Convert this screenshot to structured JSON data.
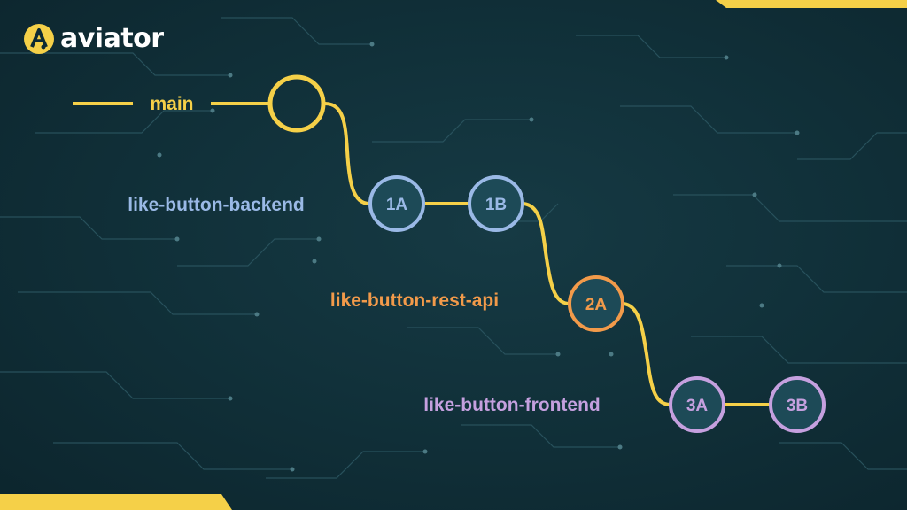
{
  "brand": {
    "name": "aviator"
  },
  "colors": {
    "accent": "#f5d048",
    "backend": "#9ab9e6",
    "rest_api": "#f29a4a",
    "frontend": "#c5a0df",
    "node_fill": "#143a44"
  },
  "branches": {
    "main": "main",
    "backend": "like-button-backend",
    "rest_api": "like-button-rest-api",
    "frontend": "like-button-frontend"
  },
  "commits": {
    "c1a": "1A",
    "c1b": "1B",
    "c2a": "2A",
    "c3a": "3A",
    "c3b": "3B"
  }
}
